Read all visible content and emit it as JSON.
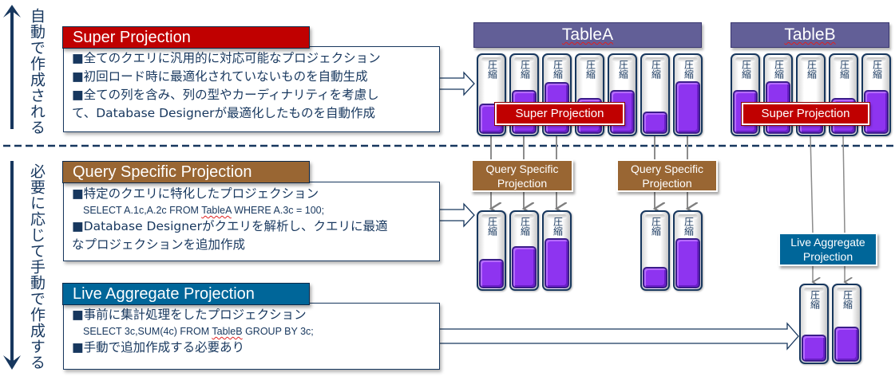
{
  "left_axis": {
    "top_label": "自動で作成される",
    "bottom_label": "必要に応じて手動で作成する"
  },
  "colors": {
    "navy": "#17375e",
    "super_red": "#c00000",
    "query_brown": "#996633",
    "live_blue": "#006699",
    "table_header": "#625f97",
    "column_fill": "#8e34f0"
  },
  "sections": [
    {
      "title": "Super Projection",
      "lines": [
        {
          "type": "bullet",
          "text": "■全てのクエリに汎用的に対応可能なプロジェクション"
        },
        {
          "type": "bullet",
          "text": "■初回ロード時に最適化されていないものを自動生成"
        },
        {
          "type": "bullet",
          "text": "■全ての列を含み、列の型やカーディナリティを考慮し"
        },
        {
          "type": "cont",
          "text": "て、Database Designerが最適化したものを自動作成"
        }
      ]
    },
    {
      "title": "Query Specific Projection",
      "lines": [
        {
          "type": "bullet",
          "text": "■特定のクエリに特化したプロジェクション"
        },
        {
          "type": "sql",
          "pre": "SELECT A.1c,A.2c FROM ",
          "table": "TableA",
          "post": " WHERE A.3c = 100;"
        },
        {
          "type": "bullet",
          "text": "■Database Designerがクエリを解析し、クエリに最適"
        },
        {
          "type": "cont",
          "text": "なプロジェクションを追加作成"
        }
      ]
    },
    {
      "title": "Live Aggregate Projection",
      "lines": [
        {
          "type": "bullet",
          "text": "■事前に集計処理をしたプロジェクション"
        },
        {
          "type": "sql",
          "pre": "SELECT  3c,SUM(4c) FROM ",
          "table": "TableB",
          "post": " GROUP BY 3c;"
        },
        {
          "type": "bullet",
          "text": "■手動で追加作成する必要あり"
        }
      ]
    }
  ],
  "column_label": "圧縮",
  "tables": [
    {
      "name": "TableA",
      "column_fills": [
        0.38,
        0.55,
        0.65,
        0.45,
        0.55,
        0.28,
        0.66
      ],
      "super_label": "Super Projection"
    },
    {
      "name": "TableB",
      "column_fills": [
        0.55,
        0.66,
        0.36,
        0.45,
        0.55
      ],
      "super_label": "Super Projection"
    }
  ],
  "query_specific": [
    {
      "label": "Query Specific Projection",
      "column_fills": [
        0.38,
        0.55,
        0.65
      ]
    },
    {
      "label": "Query Specific Projection",
      "column_fills": [
        0.28,
        0.65
      ]
    }
  ],
  "live_aggregate": {
    "label": "Live Aggregate Projection",
    "column_fills": [
      0.35,
      0.45
    ]
  }
}
